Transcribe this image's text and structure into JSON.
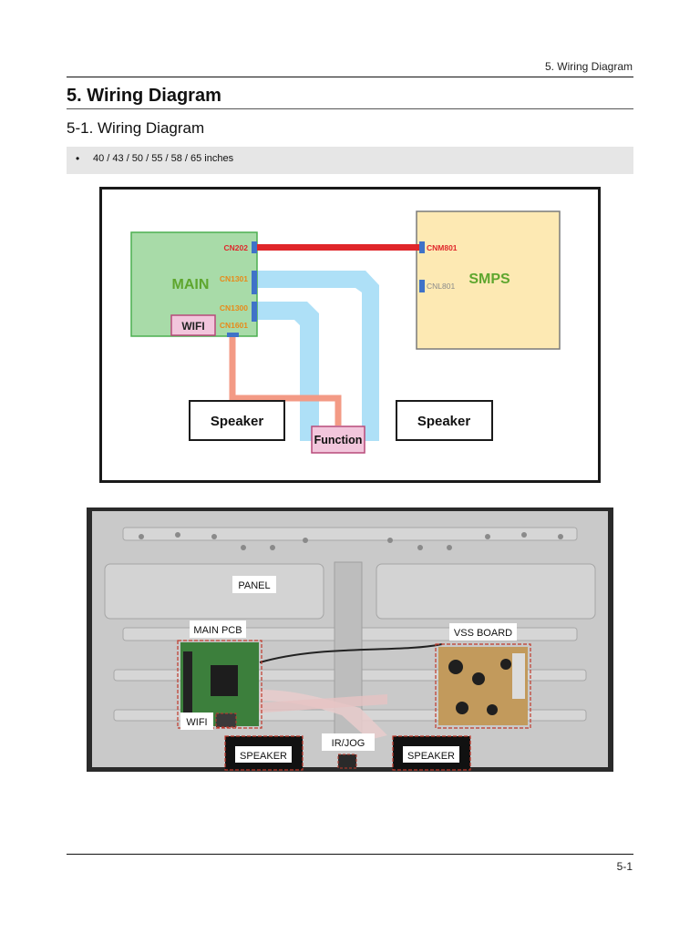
{
  "header": {
    "section_label": "5. Wiring Diagram",
    "title": "5. Wiring Diagram",
    "subtitle": "5-1. Wiring Diagram"
  },
  "bullet": {
    "text": "40 / 43 / 50 / 55 / 58 / 65 inches"
  },
  "diagram": {
    "main_label": "MAIN",
    "smps_label": "SMPS",
    "wifi_label": "WIFI",
    "function_label": "Function",
    "speaker_left": "Speaker",
    "speaker_right": "Speaker",
    "connectors": {
      "cn202": "CN202",
      "cn1301": "CN1301",
      "cn1300": "CN1300",
      "cn1601": "CN1601",
      "cnm801": "CNM801",
      "cnl801": "CNL801"
    },
    "colors": {
      "main_fill": "#a8dba8",
      "main_text": "#5ea62e",
      "smps_fill": "#fde9b3",
      "smps_text": "#5ea62e",
      "power_cable": "#e0262a",
      "signal_cable": "#aee0f7",
      "speaker_cable": "#f39a85",
      "connector_orange": "#e88a1a",
      "connector_blue": "#3f72c8",
      "wifi_fill": "#f2c6dc"
    }
  },
  "photo": {
    "labels": {
      "panel": "PANEL",
      "main_pcb": "MAIN PCB",
      "vss_board": "VSS BOARD",
      "wifi": "WIFI",
      "ir_jog": "IR/JOG",
      "speaker_left": "SPEAKER",
      "speaker_right": "SPEAKER"
    }
  },
  "footer": {
    "page_number": "5-1"
  }
}
